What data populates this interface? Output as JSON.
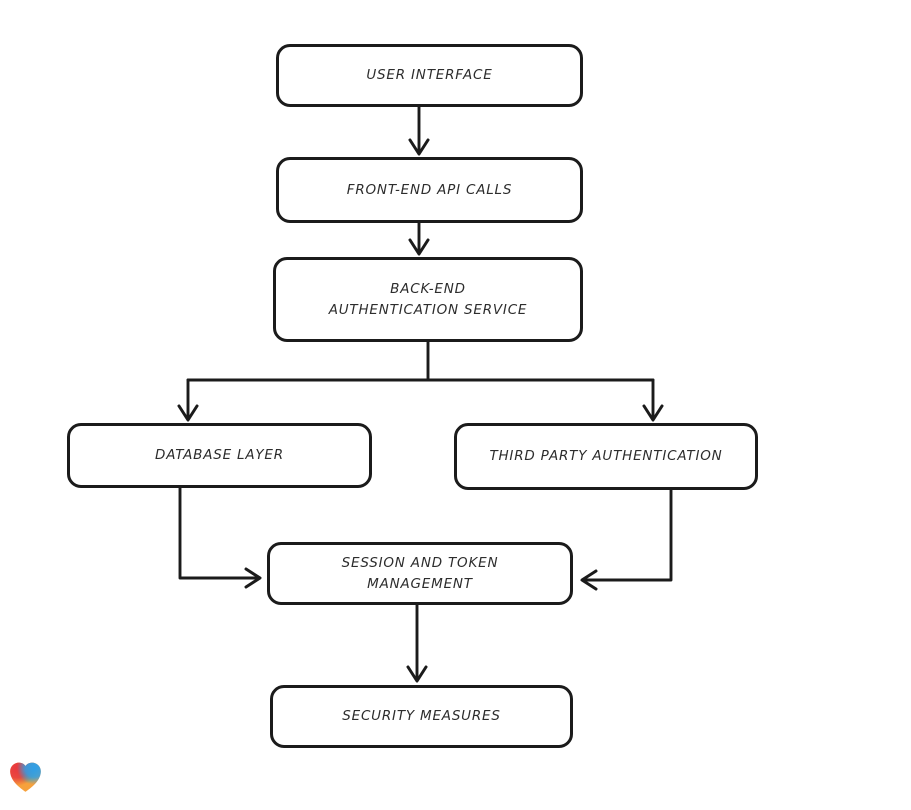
{
  "diagram": {
    "nodes": [
      {
        "id": "user-interface",
        "label": "USER INTERFACE"
      },
      {
        "id": "front-end-api-calls",
        "label": "FRONT-END API CALLS"
      },
      {
        "id": "back-end-authentication-service",
        "label": "BACK-END AUTHENTICATION SERVICE"
      },
      {
        "id": "database-layer",
        "label": "DATABASE LAYER"
      },
      {
        "id": "third-party-authentication",
        "label": "THIRD PARTY AUTHENTICATION"
      },
      {
        "id": "session-and-token-management",
        "label": "SESSION AND TOKEN MANAGEMENT"
      },
      {
        "id": "security-measures",
        "label": "SECURITY MEASURES"
      }
    ],
    "edges": [
      {
        "from": "user-interface",
        "to": "front-end-api-calls"
      },
      {
        "from": "front-end-api-calls",
        "to": "back-end-authentication-service"
      },
      {
        "from": "back-end-authentication-service",
        "to": "database-layer"
      },
      {
        "from": "back-end-authentication-service",
        "to": "third-party-authentication"
      },
      {
        "from": "database-layer",
        "to": "session-and-token-management"
      },
      {
        "from": "third-party-authentication",
        "to": "session-and-token-management"
      },
      {
        "from": "session-and-token-management",
        "to": "security-measures"
      }
    ],
    "colors": {
      "stroke": "#1b1b1b",
      "text": "#2d2d2d",
      "background": "#ffffff"
    },
    "logo": {
      "icon": "heart-logo",
      "colors": [
        "#e8383e",
        "#2e9fe8",
        "#45b07c",
        "#f6a13c"
      ]
    }
  }
}
